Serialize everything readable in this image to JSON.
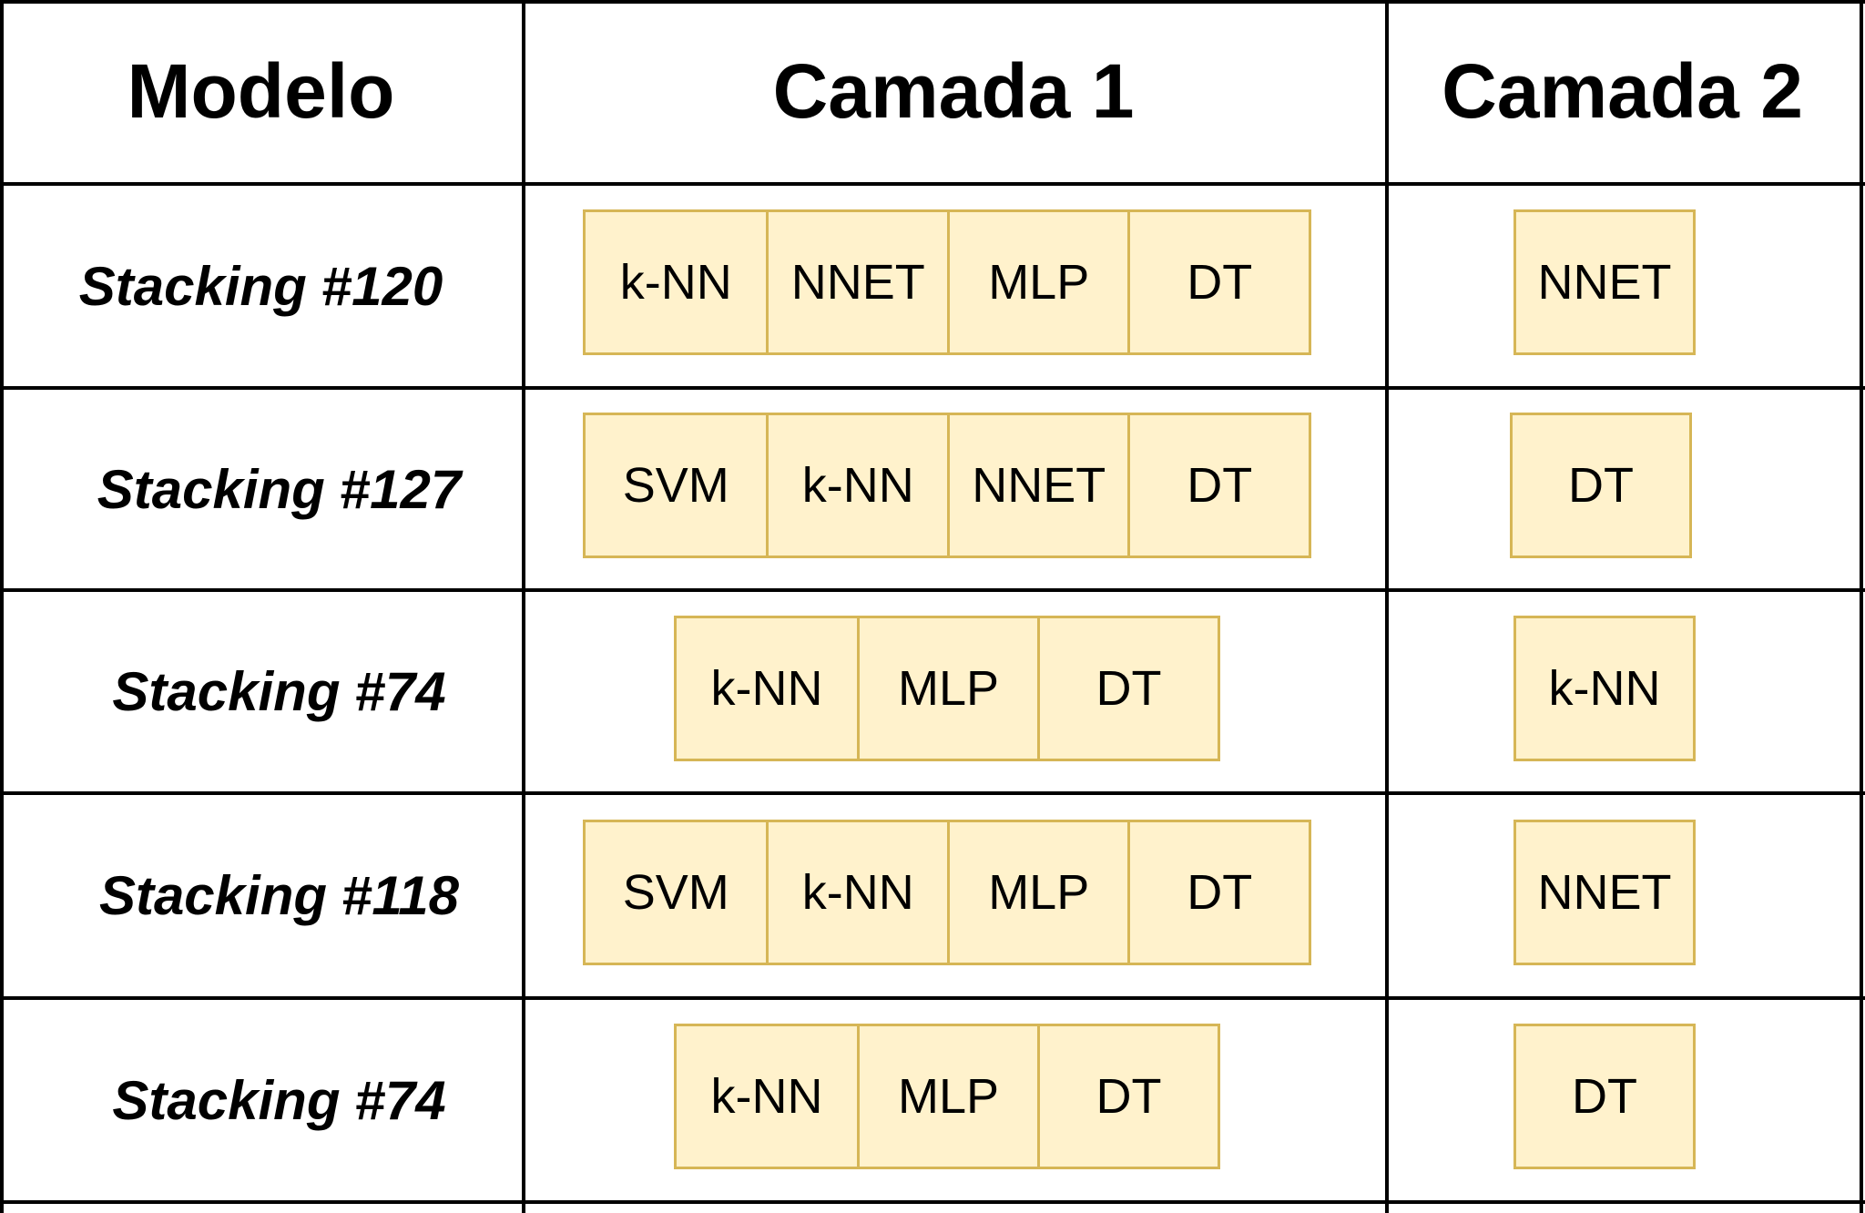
{
  "header": {
    "col_model": "Modelo",
    "col_layer1": "Camada 1",
    "col_layer2": "Camada 2"
  },
  "rows": [
    {
      "label": "Stacking",
      "number": "#120",
      "layer1": [
        "k-NN",
        "NNET",
        "MLP",
        "DT"
      ],
      "layer2": "NNET"
    },
    {
      "label": "Stacking",
      "number": "#127",
      "layer1": [
        "SVM",
        "k-NN",
        "NNET",
        "DT"
      ],
      "layer2": "DT"
    },
    {
      "label": "Stacking",
      "number": "#74",
      "layer1": [
        "k-NN",
        "MLP",
        "DT"
      ],
      "layer2": "k-NN"
    },
    {
      "label": "Stacking",
      "number": "#118",
      "layer1": [
        "SVM",
        "k-NN",
        "MLP",
        "DT"
      ],
      "layer2": "NNET"
    },
    {
      "label": "Stacking",
      "number": "#74",
      "layer1": [
        "k-NN",
        "MLP",
        "DT"
      ],
      "layer2": "DT"
    }
  ],
  "colors": {
    "box_fill": "#fff2cc",
    "box_border": "#d6b656",
    "grid": "#000000"
  }
}
